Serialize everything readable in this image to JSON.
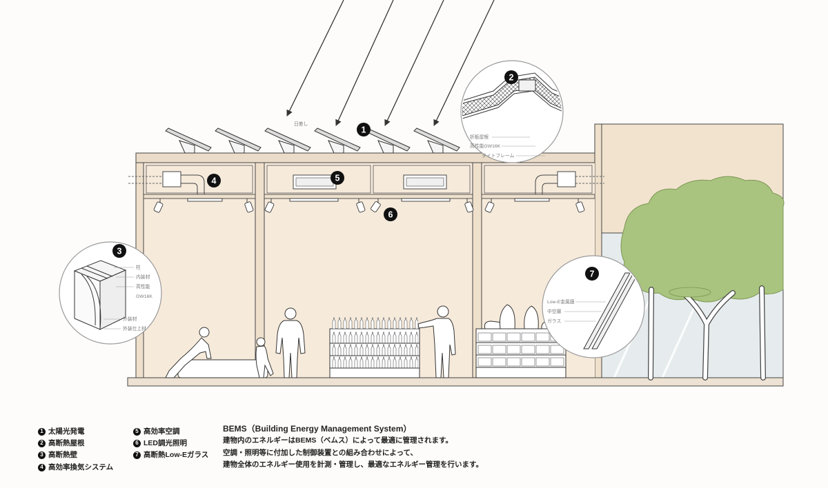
{
  "diagram": {
    "sunlight_label": "日差し",
    "markers": [
      "1",
      "2",
      "3",
      "4",
      "5",
      "6",
      "7"
    ],
    "roof_detail_labels": [
      "折板屋根",
      "高性能GW16K",
      "タイトフレーム"
    ],
    "wall_detail_labels": [
      "柱",
      "内装材",
      "高性能",
      "GW16K",
      "外装材",
      "外装仕上材"
    ],
    "glass_detail_labels": [
      "Low-E金属膜",
      "中空層",
      "ガラス"
    ]
  },
  "legend": {
    "items": [
      {
        "number": "1",
        "label": "太陽光発電"
      },
      {
        "number": "2",
        "label": "高断熱屋根"
      },
      {
        "number": "3",
        "label": "高断熱壁"
      },
      {
        "number": "4",
        "label": "高効率換気システム"
      },
      {
        "number": "5",
        "label": "高効率空調"
      },
      {
        "number": "6",
        "label": "LED調光照明"
      },
      {
        "number": "7",
        "label": "高断熱Low-Eガラス"
      }
    ]
  },
  "bems": {
    "title": "BEMS（Building Energy Management System）",
    "lines": [
      "建物内のエネルギーはBEMS（ベムス）によって最適に管理されます。",
      "空調・照明等に付加した制御装置との組み合わせによって、",
      "建物全体のエネルギー使用を計測・管理し、最適なエネルギー管理を行います。"
    ]
  },
  "colors": {
    "interior": "#f6eadb",
    "tree_canopy": "#a9c47e",
    "glass_facade": "#e6ecee",
    "marker": "#111111"
  }
}
